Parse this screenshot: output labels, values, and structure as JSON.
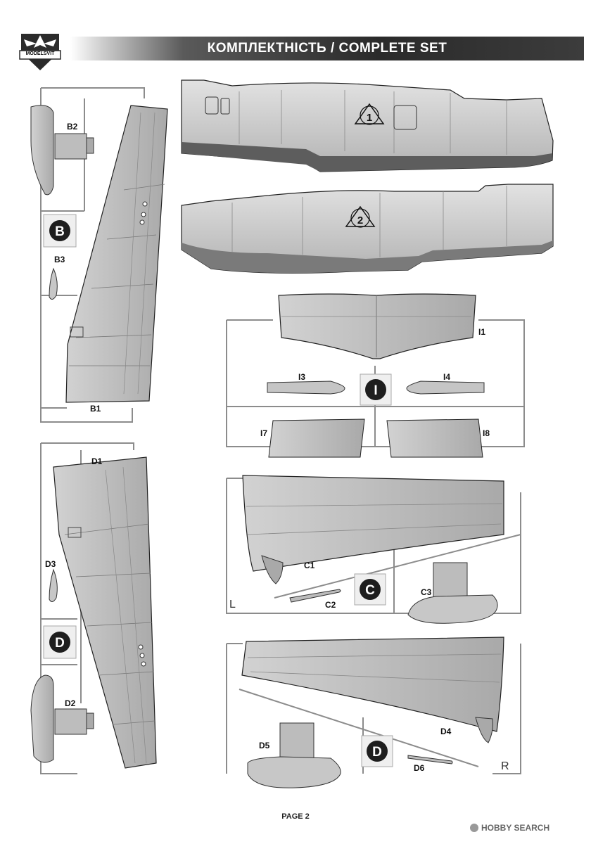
{
  "header": {
    "title": "КОМПЛЕКТНІСТЬ / COMPLETE SET",
    "logo_text": "MODELSVIT"
  },
  "sprues": {
    "B": {
      "letter": "B",
      "parts": {
        "b1": "B1",
        "b2": "B2",
        "b3": "B3"
      }
    },
    "D_left": {
      "letter": "D",
      "parts": {
        "d1": "D1",
        "d2": "D2",
        "d3": "D3"
      }
    },
    "fuselage": {
      "marker1": "1",
      "marker2": "2"
    },
    "I": {
      "letter": "I",
      "parts": {
        "i1": "I1",
        "i3": "I3",
        "i4": "I4",
        "i7": "I7",
        "i8": "I8"
      }
    },
    "C": {
      "letter": "C",
      "side": "L",
      "parts": {
        "c1": "C1",
        "c2": "C2",
        "c3": "C3"
      }
    },
    "D_right": {
      "letter": "D",
      "side": "R",
      "parts": {
        "d4": "D4",
        "d5": "D5",
        "d6": "D6"
      }
    }
  },
  "footer": {
    "page": "PAGE 2",
    "watermark": "HOBBY SEARCH"
  },
  "colors": {
    "part_fill": "#b9b9b9",
    "dark_band": "#5d5d5d",
    "sprue_line": "#8c8c8c",
    "header_dark": "#2a2a2a"
  }
}
